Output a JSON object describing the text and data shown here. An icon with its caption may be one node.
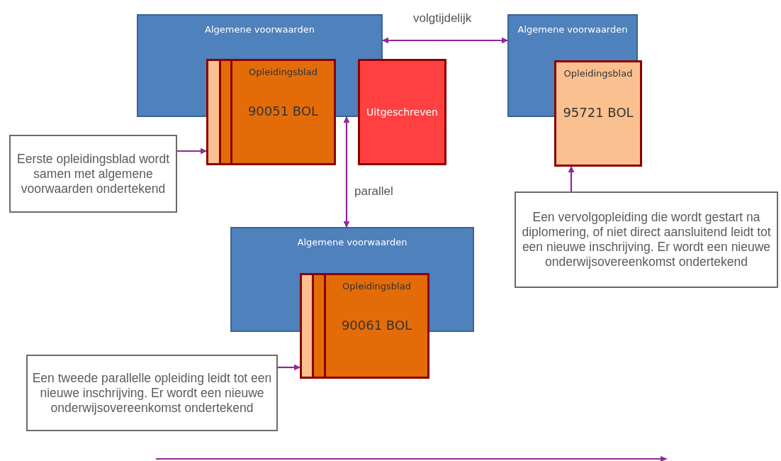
{
  "diagram": {
    "nodes": [
      {
        "text": [
          "Algemene voorwaarden"
        ]
      },
      {
        "text": [
          "Opleidingsblad",
          "90051 BOL"
        ]
      },
      {
        "text": [
          "Uitgeschreven"
        ]
      },
      {
        "text": [
          "Algemene voorwaarden"
        ]
      },
      {
        "text": [
          "Opleidingsblad",
          "95721 BOL"
        ]
      },
      {
        "text": [
          "Algemene voorwaarden"
        ]
      },
      {
        "text": [
          "Opleidingsblad",
          "90061 BOL"
        ]
      },
      {
        "text": [
          "Eerste opleidingsblad wordt samen met algemene voorwaarden ondertekend"
        ]
      },
      {
        "text": [
          "Een vervolgopleiding die wordt gestart na diplomering, of niet direct aansluitend leidt tot een nieuwe inschrijving. Er wordt een nieuwe onderwijsovereenkomst ondertekend"
        ]
      },
      {
        "text": [
          "Een tweede parallelle opleiding leidt tot een nieuwe inschrijving. Er wordt een nieuwe onderwijsovereenkomst ondertekend"
        ]
      }
    ],
    "edges": [
      {
        "from": 0,
        "to": 3,
        "arrow": "both",
        "label": "volgtijdelijk"
      },
      {
        "from": 0,
        "to": 5,
        "arrow": "both",
        "label": "parallel"
      },
      {
        "from": 7,
        "to": 1,
        "arrow": "to"
      },
      {
        "from": 8,
        "to": 4,
        "arrow": "to"
      },
      {
        "from": 9,
        "to": 6,
        "arrow": "to"
      }
    ]
  }
}
